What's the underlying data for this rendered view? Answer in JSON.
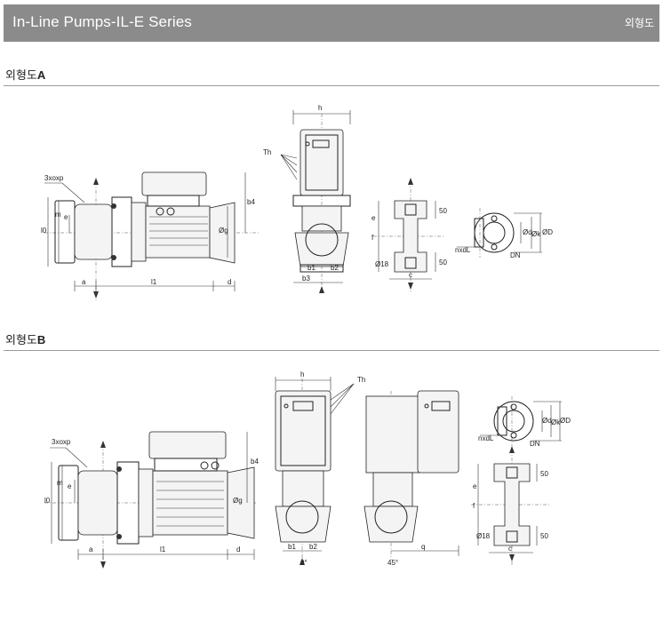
{
  "header": {
    "title": "In-Line Pumps-IL-E Series",
    "section": "외형도"
  },
  "sectionA": {
    "label_prefix": "외형도",
    "label_letter": "A",
    "dims": {
      "three_x_oxp": "3xoxp",
      "th": "Th",
      "h": "h",
      "b4": "b4",
      "m": "m",
      "e": "e",
      "l0": "l0",
      "a": "a",
      "l1": "l1",
      "d": "d",
      "g": "Øg",
      "b1": "b1",
      "b2": "b2",
      "b3": "b3",
      "e2": "e",
      "f": "f",
      "c": "c",
      "d18": "Ø18",
      "s50a": "50",
      "s50b": "50",
      "nxdl": "nxdL",
      "dn": "DN",
      "od": "Ød",
      "ok": "Øk",
      "oD": "ØD"
    }
  },
  "sectionB": {
    "label_prefix": "외형도",
    "label_letter": "B",
    "dims": {
      "three_x_oxp": "3xoxp",
      "th": "Th",
      "h": "h",
      "b4": "b4",
      "m": "m",
      "e": "e",
      "l0": "l0",
      "a": "a",
      "l1": "l1",
      "d": "d",
      "g": "Øg",
      "b1": "b1",
      "b2": "b2",
      "q": "q",
      "angle0": "0°",
      "angle45": "45°",
      "nxdl": "nxdL",
      "dn": "DN",
      "od": "Ød",
      "ok": "Øk",
      "oD": "ØD",
      "e2": "e",
      "f": "f",
      "c": "c",
      "d18": "Ø18",
      "s50a": "50",
      "s50b": "50"
    }
  }
}
